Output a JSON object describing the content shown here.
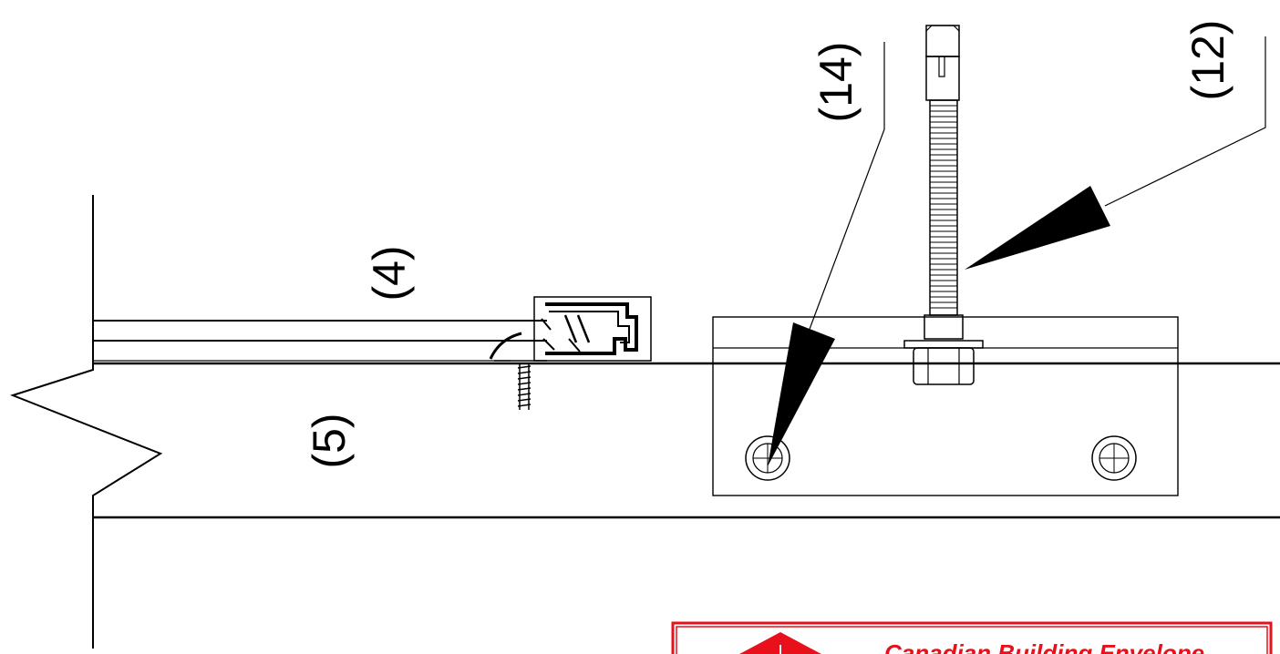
{
  "callouts": {
    "label_4": "(4)",
    "label_5": "(5)",
    "label_12": "(12)",
    "label_14": "(14)"
  },
  "title_block": {
    "company": "Canadian Building Envelope",
    "border_color": "#e8101a",
    "logo_color": "#e8101a"
  },
  "colors": {
    "line": "#000000",
    "background": "#ffffff"
  }
}
